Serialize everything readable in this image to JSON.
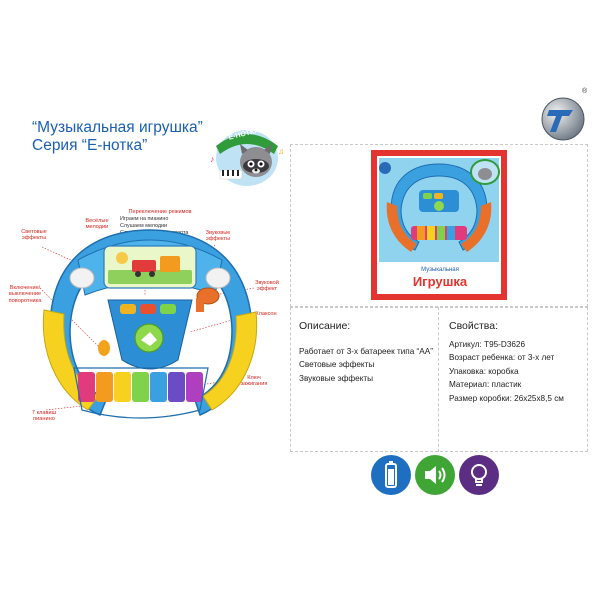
{
  "title": {
    "line1": "“Музыкальная игрушка”",
    "line2": "Серия “Е-нотка”"
  },
  "badge": {
    "text": "Е-НОТКА"
  },
  "callouts": {
    "light_effects": "Световые эффекты",
    "fun_melodies": "Весёлые мелодии",
    "mode_switch": "Переключение режимов",
    "sound_effects": "Звуковые эффекты",
    "turn_signal_toggle": "Включение/ выключение поворотника",
    "sound_effect": "Звуковой эффект",
    "horn": "Клаксон",
    "ignition_key": "Ключ зажигания",
    "piano_keys": "7 клавиш пианино"
  },
  "mode_list": [
    "Играем на пианино",
    "Слушаем мелодии",
    "Слушаем звуки транспорта"
  ],
  "box": {
    "label_small": "Музыкальная",
    "label_big": "Игрушка"
  },
  "description": {
    "heading": "Описание:",
    "lines": [
      "Работает от 3-х батареек типа “АА”",
      "Световые эффекты",
      "Звуковые эффекты"
    ]
  },
  "properties": {
    "heading": "Свойства:",
    "lines": [
      "Артикул: T95-D3626",
      "Возраст ребенка: от 3-х лет",
      "Упаковка: коробка",
      "Материал: пластик",
      "Размер коробки: 26x25x8,5 см"
    ]
  },
  "logo": {
    "registered": "®"
  },
  "feature_icons": [
    "battery-icon",
    "speaker-icon",
    "light-bulb-icon"
  ],
  "colors": {
    "title_blue": "#1a5fb4",
    "callout_red": "#d5261f",
    "battery_blue": "#1e6fc2",
    "sound_green": "#3fa535",
    "bulb_purple": "#5b2d83"
  }
}
